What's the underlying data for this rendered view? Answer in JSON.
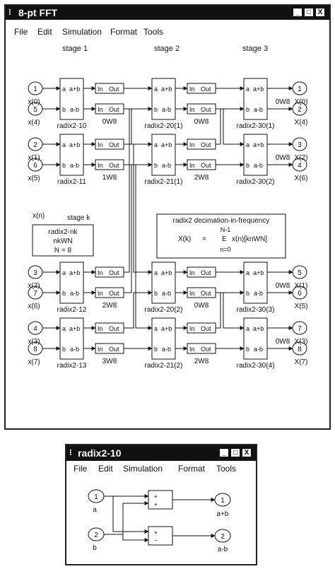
{
  "window_main": {
    "title": "8-pt FFT",
    "min_glyph": "_",
    "max_glyph": "□",
    "close_glyph": "X",
    "menu": [
      "File",
      "Edit",
      "Simulation",
      "Format",
      "Tools"
    ]
  },
  "window_sub": {
    "title": "radix2-10",
    "min_glyph": "_",
    "max_glyph": "□",
    "close_glyph": "X",
    "menu": [
      "File",
      "Edit",
      "Simulation",
      "Format",
      "Tools"
    ]
  },
  "stages": [
    "stage 1",
    "stage 2",
    "stage 3"
  ],
  "port_labels": {
    "a": "a",
    "a_plus_b": "a+b",
    "b": "b",
    "a_minus_b": "a-b",
    "in": "In",
    "out": "Out"
  },
  "inputs": [
    {
      "num": "1",
      "label": "x(0)"
    },
    {
      "num": "5",
      "label": "x(4)"
    },
    {
      "num": "2",
      "label": "x(1)"
    },
    {
      "num": "6",
      "label": "x(5)"
    },
    {
      "num": "3",
      "label": "x(2)"
    },
    {
      "num": "7",
      "label": "x(6)"
    },
    {
      "num": "4",
      "label": "x(3)"
    },
    {
      "num": "8",
      "label": "x(7)"
    }
  ],
  "outputs": [
    {
      "num": "1",
      "label": "X(0)"
    },
    {
      "num": "2",
      "label": "X(4)"
    },
    {
      "num": "3",
      "label": "X(2)"
    },
    {
      "num": "4",
      "label": "X(6)"
    },
    {
      "num": "5",
      "label": "X(1)"
    },
    {
      "num": "6",
      "label": "X(5)"
    },
    {
      "num": "7",
      "label": "X(3)"
    },
    {
      "num": "8",
      "label": "X(7)"
    }
  ],
  "stage1_blocks": [
    "radix2-10",
    "radix2-11",
    "radix2-12",
    "radix2-13"
  ],
  "stage2_blocks": [
    "radix2-20(1)",
    "radix2-21(1)",
    "radix2-20(2)",
    "radix2-21(2)"
  ],
  "stage3_blocks": [
    "radix2-30(1)",
    "radix2-30(2)",
    "radix2-30(3)",
    "radix2-30(4)"
  ],
  "stage1_twiddles": [
    "0W8",
    "1W8",
    "2W8",
    "3W8"
  ],
  "stage2_twiddles": [
    "0W8",
    "2W8",
    "0W8",
    "2W8"
  ],
  "stage3_twiddles": [
    "0W8",
    "0W8",
    "0W8",
    "0W8"
  ],
  "legend": {
    "xn": "x(n)",
    "stage_k": "stage k",
    "lines": [
      "radix2-nk",
      "nkWN",
      "N = 8"
    ]
  },
  "formula": {
    "title": "radix2 decimation-in-frequency",
    "upper": "N-1",
    "lhs": "X(k)",
    "eq": "=",
    "sum": "E",
    "term": "x(n)[knWN]",
    "lower": "n=0"
  },
  "sub_diagram": {
    "in1": "1",
    "in2": "2",
    "in1_label": "a",
    "in2_label": "b",
    "sum1_signs": [
      "+",
      "+"
    ],
    "sum2_signs": [
      "+",
      "−"
    ],
    "out1": "1",
    "out2": "2",
    "out1_label": "a+b",
    "out2_label": "a-b"
  }
}
